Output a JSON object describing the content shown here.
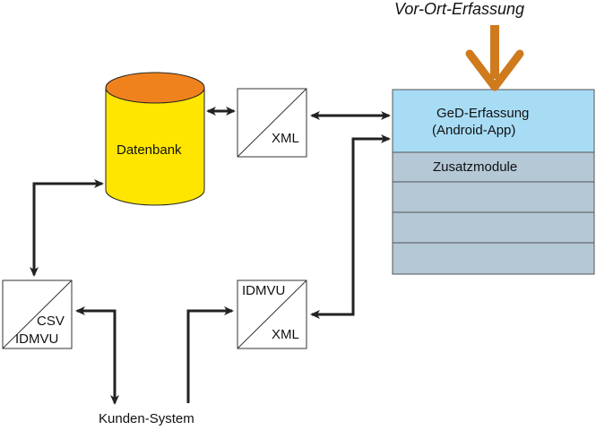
{
  "source": {
    "label": "Vor-Ort-Erfassung"
  },
  "database": {
    "label": "Datenbank"
  },
  "converters": [
    {
      "id": "xml-top",
      "lines": [
        "XML"
      ]
    },
    {
      "id": "csv-idmvu",
      "lines": [
        "CSV",
        "IDMVU"
      ]
    },
    {
      "id": "idmvu-xml",
      "lines": [
        "IDMVU",
        "XML"
      ]
    }
  ],
  "app": {
    "title_line1": "GeD-Erfassung",
    "title_line2": "(Android-App)",
    "modules_label": "Zusatzmodule",
    "empty_rows": 3
  },
  "client": {
    "label": "Kunden-System"
  },
  "colors": {
    "database_body": "#FFE600",
    "database_top": "#F0821E",
    "app_header": "#A8DCF5",
    "app_rows": "#B4C8D6",
    "arrow_orange": "#D07A1E",
    "line": "#222222"
  }
}
